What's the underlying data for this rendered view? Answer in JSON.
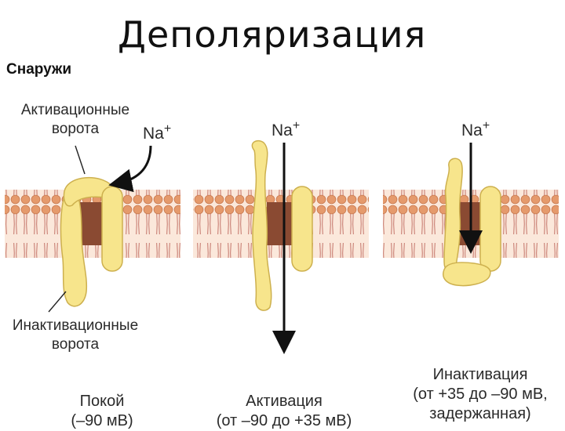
{
  "title": "Деполяризация",
  "outside_label": "Снаружи",
  "activation_gate_label": [
    "Активационные",
    "ворота"
  ],
  "inactivation_gate_label": [
    "Инактивационные",
    "ворота"
  ],
  "ion": {
    "symbol": "Na",
    "charge": "+"
  },
  "states": [
    {
      "name": "Покой",
      "detail": "(–90 мВ)"
    },
    {
      "name": "Активация",
      "detail": "(от –90 до +35 мВ)"
    },
    {
      "name": "Инактивация",
      "detail": "(от +35 до –90 мВ,",
      "detail2": "задержанная)"
    }
  ],
  "colors": {
    "lipid_head": "#e59a6c",
    "lipid_tail": "#d28a80",
    "channel_core": "#8a4a32",
    "gate_fill": "#f7e58c",
    "gate_stroke": "#cdb04e",
    "arrow": "#111111"
  }
}
